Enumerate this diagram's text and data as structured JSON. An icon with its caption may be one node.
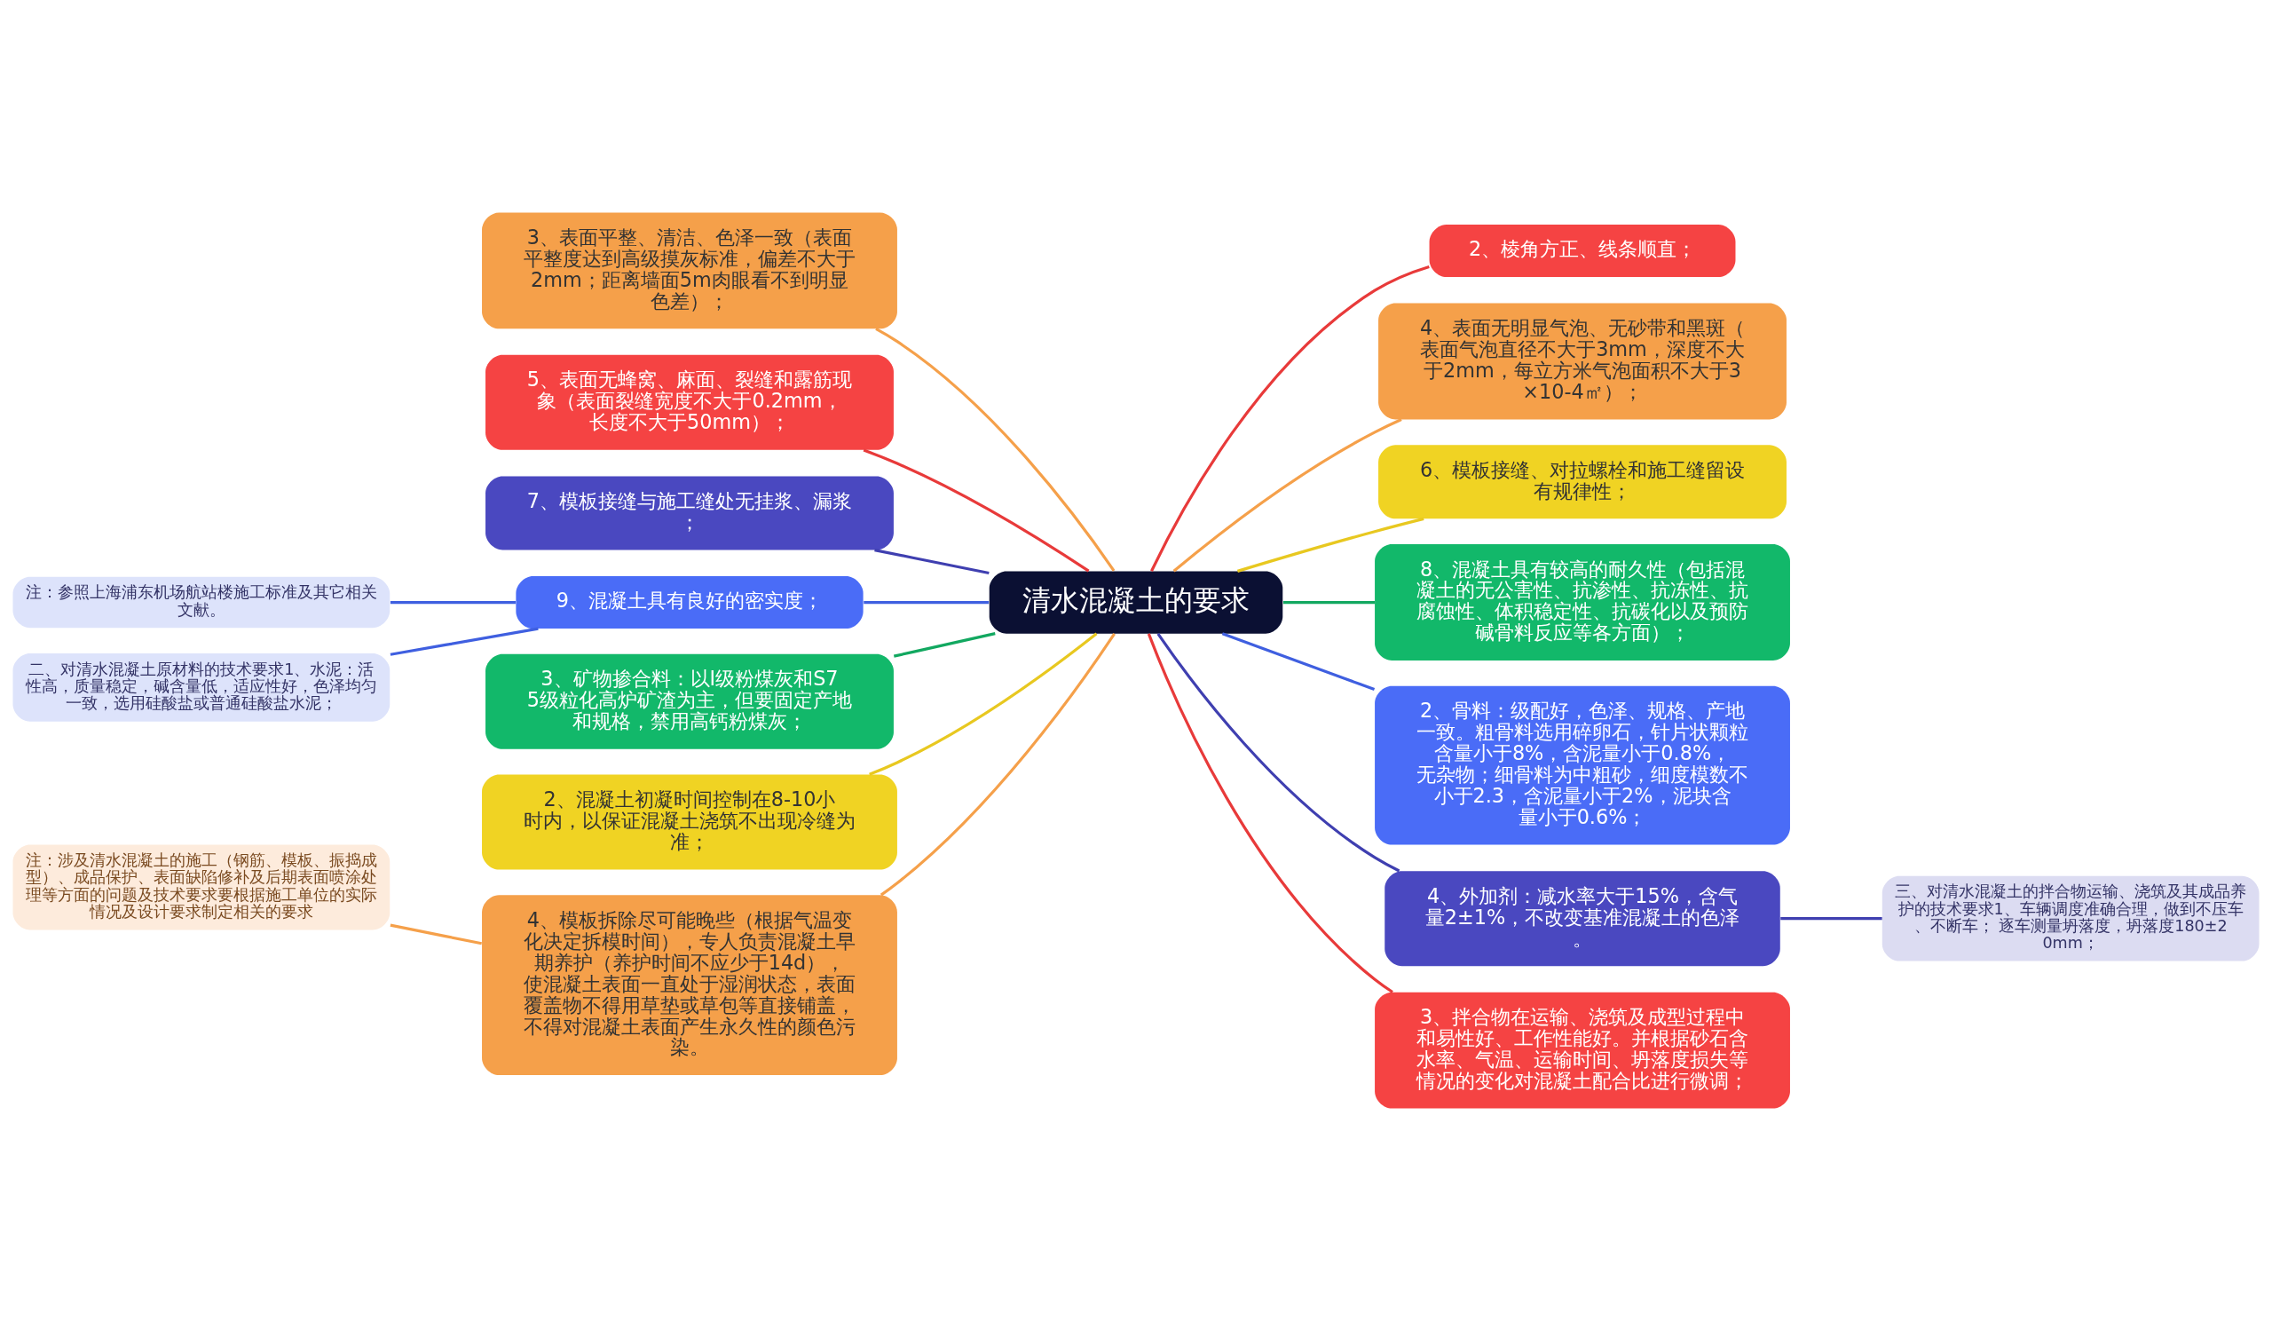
{
  "diagram": {
    "nodes": [
      {
        "text": [
          "清水混凝土的要求"
        ]
      },
      {
        "text": [
          "3、表面平整、清洁、色泽一致（表面平整度达到高级摸灰标准，偏差不大于2mm；距离墙面5m肉眼看不到明显色差）；"
        ]
      },
      {
        "text": [
          "5、表面无蜂窝、麻面、裂缝和露筋现象（表面裂缝宽度不大于0.2mm，长度不大于50mm）；"
        ]
      },
      {
        "text": [
          "7、模板接缝与施工缝处无挂浆、漏浆；"
        ]
      },
      {
        "text": [
          "注：参照上海浦东机场航站楼施工标准及其它相关文献。"
        ]
      },
      {
        "text": [
          "二、对清水混凝土原材料的技术要求1、水泥：活性高，质量稳定，碱含量低，适应性好，色泽均匀一致，选用硅酸盐或普通硅酸盐水泥；"
        ]
      },
      {
        "text": [
          "9、混凝土具有良好的密实度；"
        ]
      },
      {
        "text": [
          "3、矿物掺合料：以I级粉煤灰和S75级粒化高炉矿渣为主，但要固定产地和规格，禁用高钙粉煤灰；"
        ]
      },
      {
        "text": [
          "2、混凝土初凝时间控制在8-10小时内，以保证混凝土浇筑不出现冷缝为准；"
        ]
      },
      {
        "text": [
          "注：涉及清水混凝土的施工（钢筋、模板、振捣成型）、成品保护、表面缺陷修补及后期表面喷涂处理等方面的问题及技术要求要根据施工单位的实际情况及设计要求制定相关的要求"
        ]
      },
      {
        "text": [
          "4、模板拆除尽可能晚些（根据气温变化决定拆模时间），专人负责混凝土早期养护（养护时间不应少于14d），使混凝土表面一直处于湿润状态，表面覆盖物不得用草垫或草包等直接铺盖，不得对混凝土表面产生永久性的颜色污染。"
        ]
      },
      {
        "text": [
          "2、棱角方正、线条顺直；"
        ]
      },
      {
        "text": [
          "4、表面无明显气泡、无砂带和黑斑（表面气泡直径不大于3mm，深度不大于2mm，每立方米气泡面积不大于3×10-4㎡）；"
        ]
      },
      {
        "text": [
          "6、模板接缝、对拉螺栓和施工缝留设有规律性；"
        ]
      },
      {
        "text": [
          "8、混凝土具有较高的耐久性（包括混凝土的无公害性、抗渗性、抗冻性、抗腐蚀性、体积稳定性、抗碳化以及预防碱骨料反应等各方面）；"
        ]
      },
      {
        "text": [
          "2、骨料：级配好，色泽、规格、产地一致。粗骨料选用碎卵石，针片状颗粒含量小于8%，含泥量小于0.8%，无杂物；细骨料为中粗砂，细度模数不小于2.3，含泥量小于2%，泥块含量小于0.6%；"
        ]
      },
      {
        "text": [
          "4、外加剂：减水率大于15%，含气量2±1%，不改变基准混凝土的色泽。"
        ]
      },
      {
        "text": [
          "三、对清水混凝土的拌合物运输、浇筑及其成品养护的技术要求1、车辆调度准确合理，做到不压车、不断车； 逐车测量坍落度，坍落度180±20mm；"
        ]
      },
      {
        "text": [
          "3、拌合物在运输、浇筑及成型过程中和易性好、工作性能好。并根据砂石含水率、气温、运输时间、坍落度损失等情况的变化对混凝土配合比进行微调；"
        ]
      }
    ],
    "edges": [
      {
        "from": 0,
        "to": 1,
        "arrow": "none",
        "color": "#f5a04a"
      },
      {
        "from": 0,
        "to": 2,
        "arrow": "none",
        "color": "#e83a3a"
      },
      {
        "from": 0,
        "to": 3,
        "arrow": "none",
        "color": "#3f3fb0"
      },
      {
        "from": 0,
        "to": 6,
        "arrow": "none",
        "color": "#3f5fe0"
      },
      {
        "from": 6,
        "to": 4,
        "arrow": "none",
        "color": "#3f5fe0"
      },
      {
        "from": 6,
        "to": 5,
        "arrow": "none",
        "color": "#3f5fe0"
      },
      {
        "from": 0,
        "to": 7,
        "arrow": "none",
        "color": "#12a860"
      },
      {
        "from": 0,
        "to": 8,
        "arrow": "none",
        "color": "#e8c820"
      },
      {
        "from": 0,
        "to": 10,
        "arrow": "none",
        "color": "#f5a04a"
      },
      {
        "from": 10,
        "to": 9,
        "arrow": "none",
        "color": "#f5a04a"
      },
      {
        "from": 0,
        "to": 11,
        "arrow": "none",
        "color": "#e83a3a"
      },
      {
        "from": 0,
        "to": 12,
        "arrow": "none",
        "color": "#f5a04a"
      },
      {
        "from": 0,
        "to": 13,
        "arrow": "none",
        "color": "#e8c820"
      },
      {
        "from": 0,
        "to": 14,
        "arrow": "none",
        "color": "#12a860"
      },
      {
        "from": 0,
        "to": 15,
        "arrow": "none",
        "color": "#3f5fe0"
      },
      {
        "from": 0,
        "to": 16,
        "arrow": "none",
        "color": "#3f3fb0"
      },
      {
        "from": 16,
        "to": 17,
        "arrow": "none",
        "color": "#3f3fb0"
      },
      {
        "from": 0,
        "to": 18,
        "arrow": "none",
        "color": "#e83a3a"
      }
    ]
  }
}
